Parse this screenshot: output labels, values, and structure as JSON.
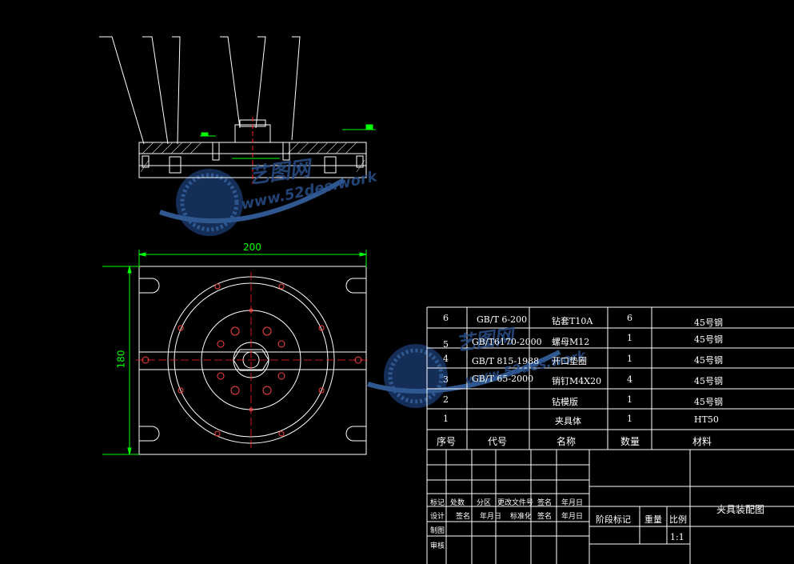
{
  "drawing": {
    "width_dim": "200",
    "height_dim": "180",
    "title": "夹具装配图",
    "scale": "1:1"
  },
  "bom": {
    "headers": {
      "seq": "序号",
      "code": "代号",
      "name": "名称",
      "qty": "数量",
      "material": "材料"
    },
    "rows": [
      {
        "seq": "6",
        "code": "GB/T 6-200",
        "name": "钻套T10A",
        "qty": "6",
        "material": "45号钢"
      },
      {
        "seq": "5",
        "code": "GB/T6170-2000",
        "name": "螺母M12",
        "qty": "1",
        "material": "45号钢"
      },
      {
        "seq": "4",
        "code": "GB/T 815-1988",
        "name": "开口垫圈",
        "qty": "1",
        "material": "45号钢"
      },
      {
        "seq": "3",
        "code": "GB/T 65-2000",
        "name": "销钉M4X20",
        "qty": "4",
        "material": "45号钢"
      },
      {
        "seq": "2",
        "code": "",
        "name": "钻模版",
        "qty": "1",
        "material": "45号钢"
      },
      {
        "seq": "1",
        "code": "",
        "name": "夹具体",
        "qty": "1",
        "material": "HT50"
      }
    ]
  },
  "titleblock": {
    "row1": [
      "标记",
      "处数",
      "分区",
      "更改文件号",
      "签名",
      "年月日"
    ],
    "row2": [
      "设计",
      "签名",
      "年月日",
      "标准化",
      "签名",
      "年月日"
    ],
    "row3": [
      "制图"
    ],
    "row4": [
      "审核"
    ],
    "stage": [
      "阶段标记",
      "重量",
      "比例"
    ]
  },
  "watermark": {
    "brand": "艺图网",
    "url": "www.52des.work"
  },
  "colors": {
    "line": "#ffffff",
    "dimension": "#00ff00",
    "centerline": "#ff2020",
    "hole": "#ff4040",
    "watermark": "#2a4f8a"
  }
}
